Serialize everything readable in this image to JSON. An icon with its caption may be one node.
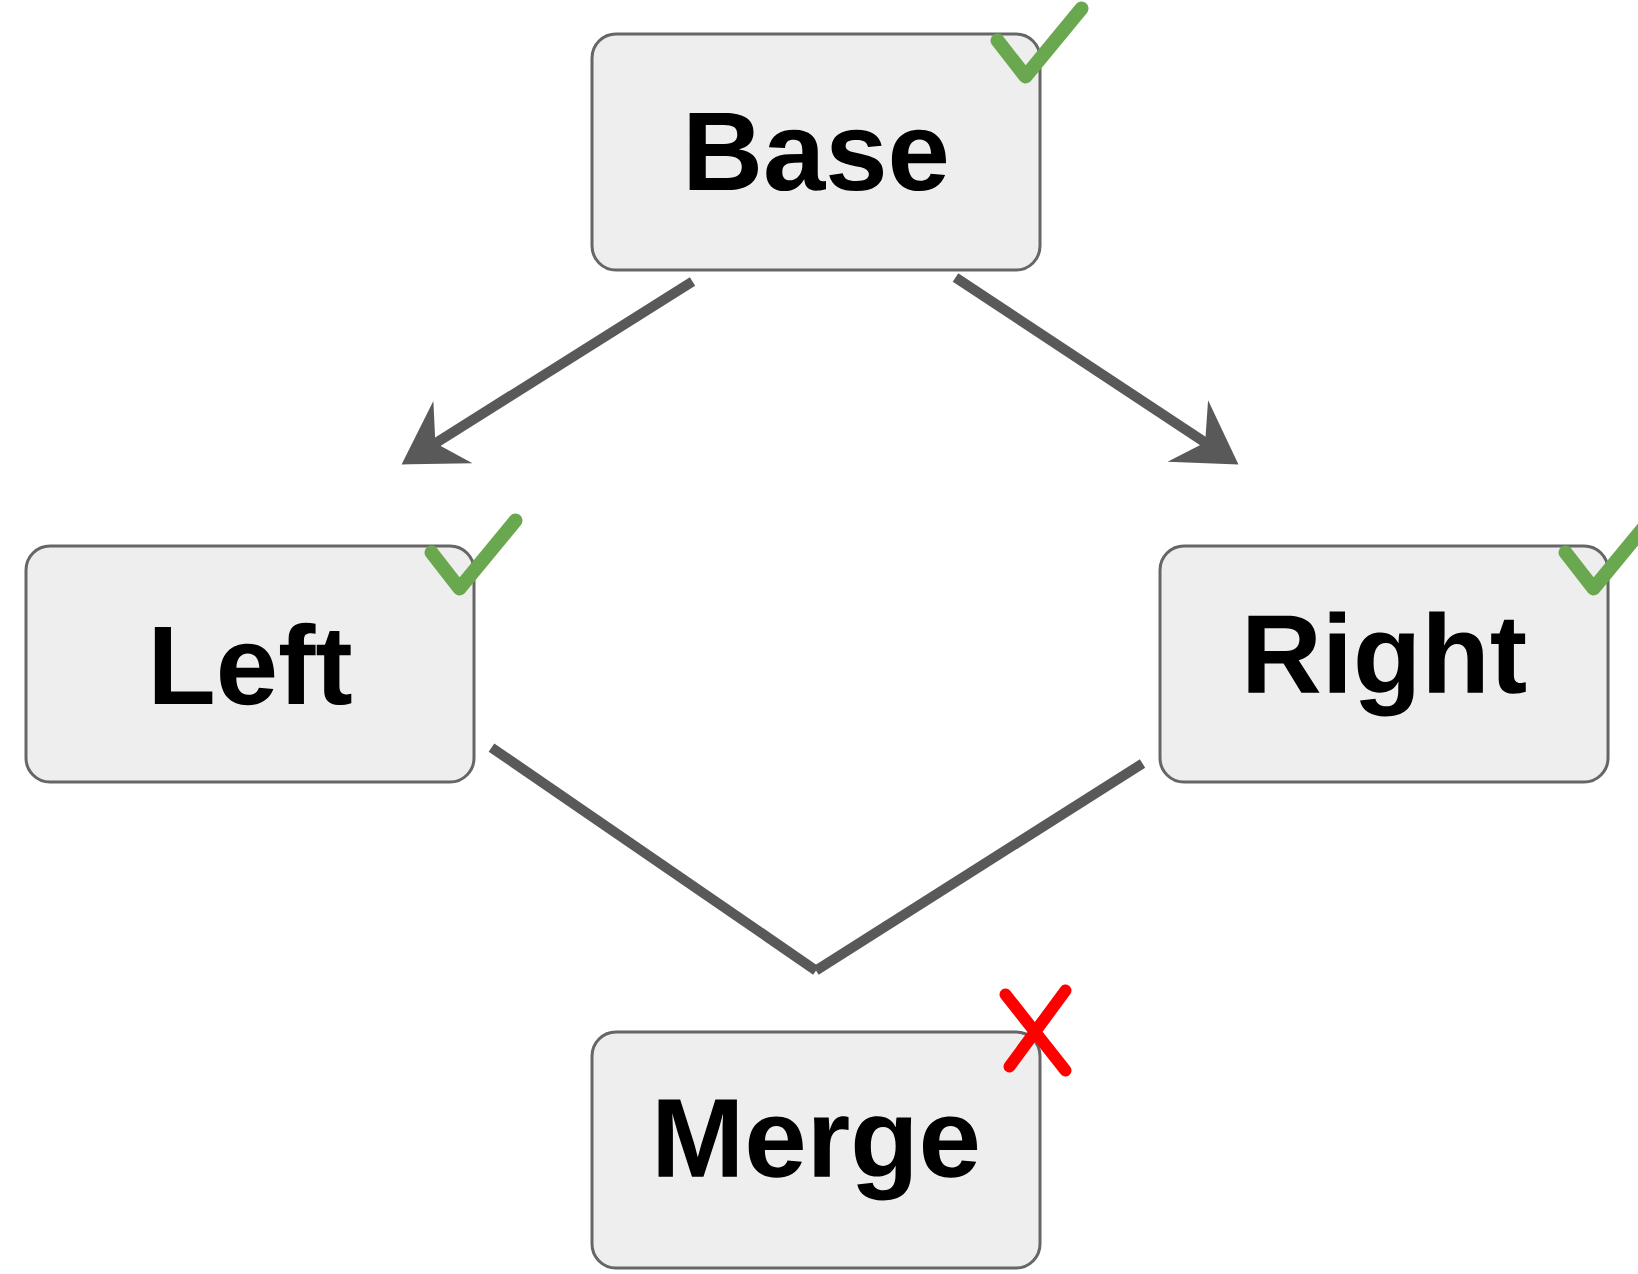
{
  "diagram": {
    "nodes": [
      {
        "text": [
          "Base"
        ]
      },
      {
        "text": [
          "Left"
        ]
      },
      {
        "text": [
          "Right"
        ]
      },
      {
        "text": [
          "Merge"
        ]
      }
    ],
    "edges": [
      {
        "from": 0,
        "to": 1,
        "arrow": "to"
      },
      {
        "from": 0,
        "to": 2,
        "arrow": "to"
      },
      {
        "from": 1,
        "to": 3,
        "arrow": "none"
      },
      {
        "from": 2,
        "to": 3,
        "arrow": "none"
      }
    ]
  }
}
